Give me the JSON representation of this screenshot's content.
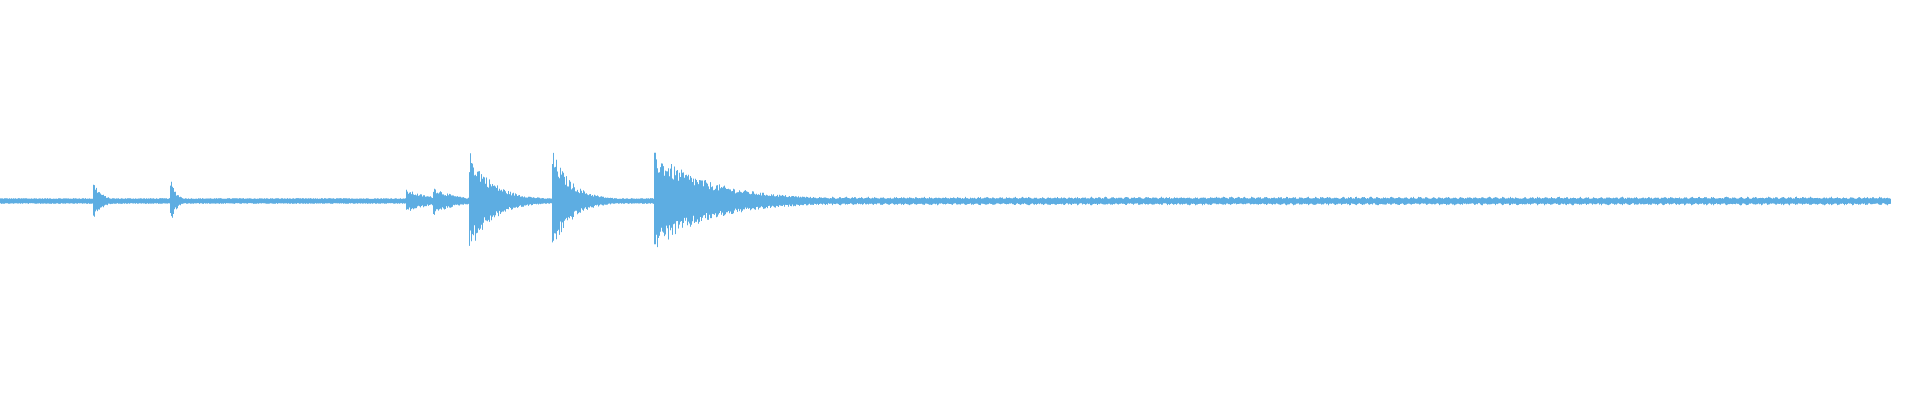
{
  "waveform": {
    "color": "#5dade2",
    "background": "#ffffff",
    "baseline_amplitude": 0.04,
    "noise_tail_amplitude": 0.07,
    "events": [
      {
        "position": 0.049,
        "amplitude": 0.36,
        "decay": 0.004
      },
      {
        "position": 0.089,
        "amplitude": 0.4,
        "decay": 0.003
      },
      {
        "position": 0.212,
        "amplitude": 0.22,
        "decay": 0.012
      },
      {
        "position": 0.226,
        "amplitude": 0.28,
        "decay": 0.01
      },
      {
        "position": 0.245,
        "amplitude": 1.0,
        "decay": 0.012
      },
      {
        "position": 0.288,
        "amplitude": 1.0,
        "decay": 0.01
      },
      {
        "position": 0.341,
        "amplitude": 1.0,
        "decay": 0.03
      }
    ],
    "extent": 0.985
  }
}
